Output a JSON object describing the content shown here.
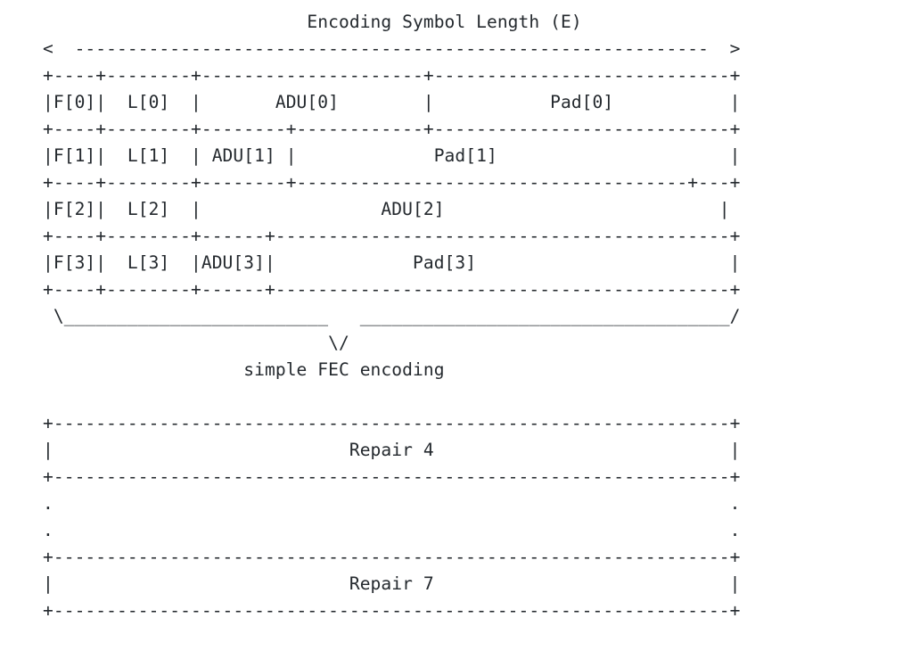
{
  "figure": {
    "kind": "ascii-art-packet-diagram",
    "title": "Encoding Symbol Length (E)",
    "width_note": "Encoding Symbol Length (E)",
    "arrow_row": "< ------------------------------------------------------------- >",
    "source_block": {
      "rows": [
        {
          "flag": "F[0]",
          "length": "L[0]",
          "adu": "ADU[0]",
          "pad": "Pad[0]"
        },
        {
          "flag": "F[1]",
          "length": "L[1]",
          "adu": "ADU[1]",
          "pad": "Pad[1]"
        },
        {
          "flag": "F[2]",
          "length": "L[2]",
          "adu": "ADU[2]",
          "pad": ""
        },
        {
          "flag": "F[3]",
          "length": "L[3]",
          "adu": "ADU[3]",
          "pad": "Pad[3]"
        }
      ]
    },
    "encoding_label": "simple FEC encoding",
    "repair_block": {
      "first": "Repair 4",
      "ellipsis": ".",
      "last": "Repair 7"
    },
    "colors": {
      "text": "#24292e",
      "background": "#ffffff"
    },
    "ascii": "                         Encoding Symbol Length (E)\n<  ------------------------------------------------------------  >\n+----+--------+---------------------+----------------------------+\n|F[0]|  L[0]  |       ADU[0]        |           Pad[0]           |\n+----+--------+--------+------------+----------------------------+\n|F[1]|  L[1]  | ADU[1] |             Pad[1]                      |\n+----+--------+--------+-------------------------------------+---+\n|F[2]|  L[2]  |                 ADU[2]                          |\n+----+--------+------+-------------------------------------------+\n|F[3]|  L[3]  |ADU[3]|             Pad[3]                        |\n+----+--------+------+-------------------------------------------+\n \\_________________________   ___________________________________/\n                           \\/\n                   simple FEC encoding\n\n+----------------------------------------------------------------+\n|                            Repair 4                            |\n+----------------------------------------------------------------+\n.                                                                .\n.                                                                .\n+----------------------------------------------------------------+\n|                            Repair 7                            |\n+----------------------------------------------------------------+"
  }
}
